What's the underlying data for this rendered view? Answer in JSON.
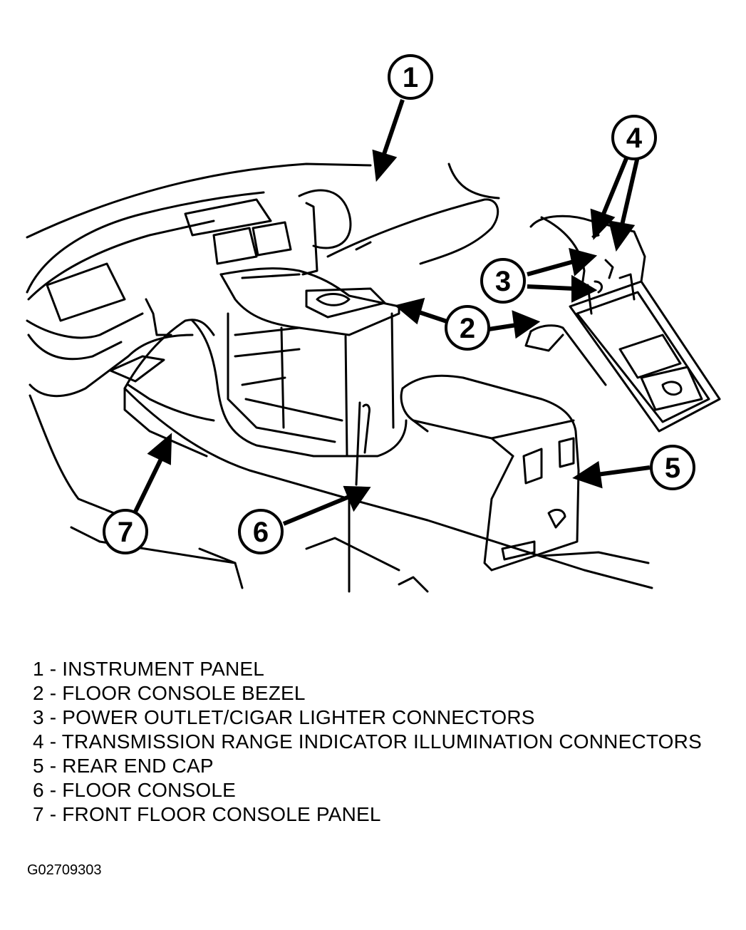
{
  "callouts": [
    "1",
    "2",
    "3",
    "4",
    "5",
    "6",
    "7"
  ],
  "legend": [
    "1 - INSTRUMENT PANEL",
    "2 - FLOOR CONSOLE BEZEL",
    "3 - POWER OUTLET/CIGAR LIGHTER CONNECTORS",
    "4 - TRANSMISSION RANGE INDICATOR ILLUMINATION CONNECTORS",
    "5 - REAR END CAP",
    "6 - FLOOR CONSOLE",
    "7 - FRONT FLOOR CONSOLE PANEL"
  ],
  "figure_id": "G02709303"
}
